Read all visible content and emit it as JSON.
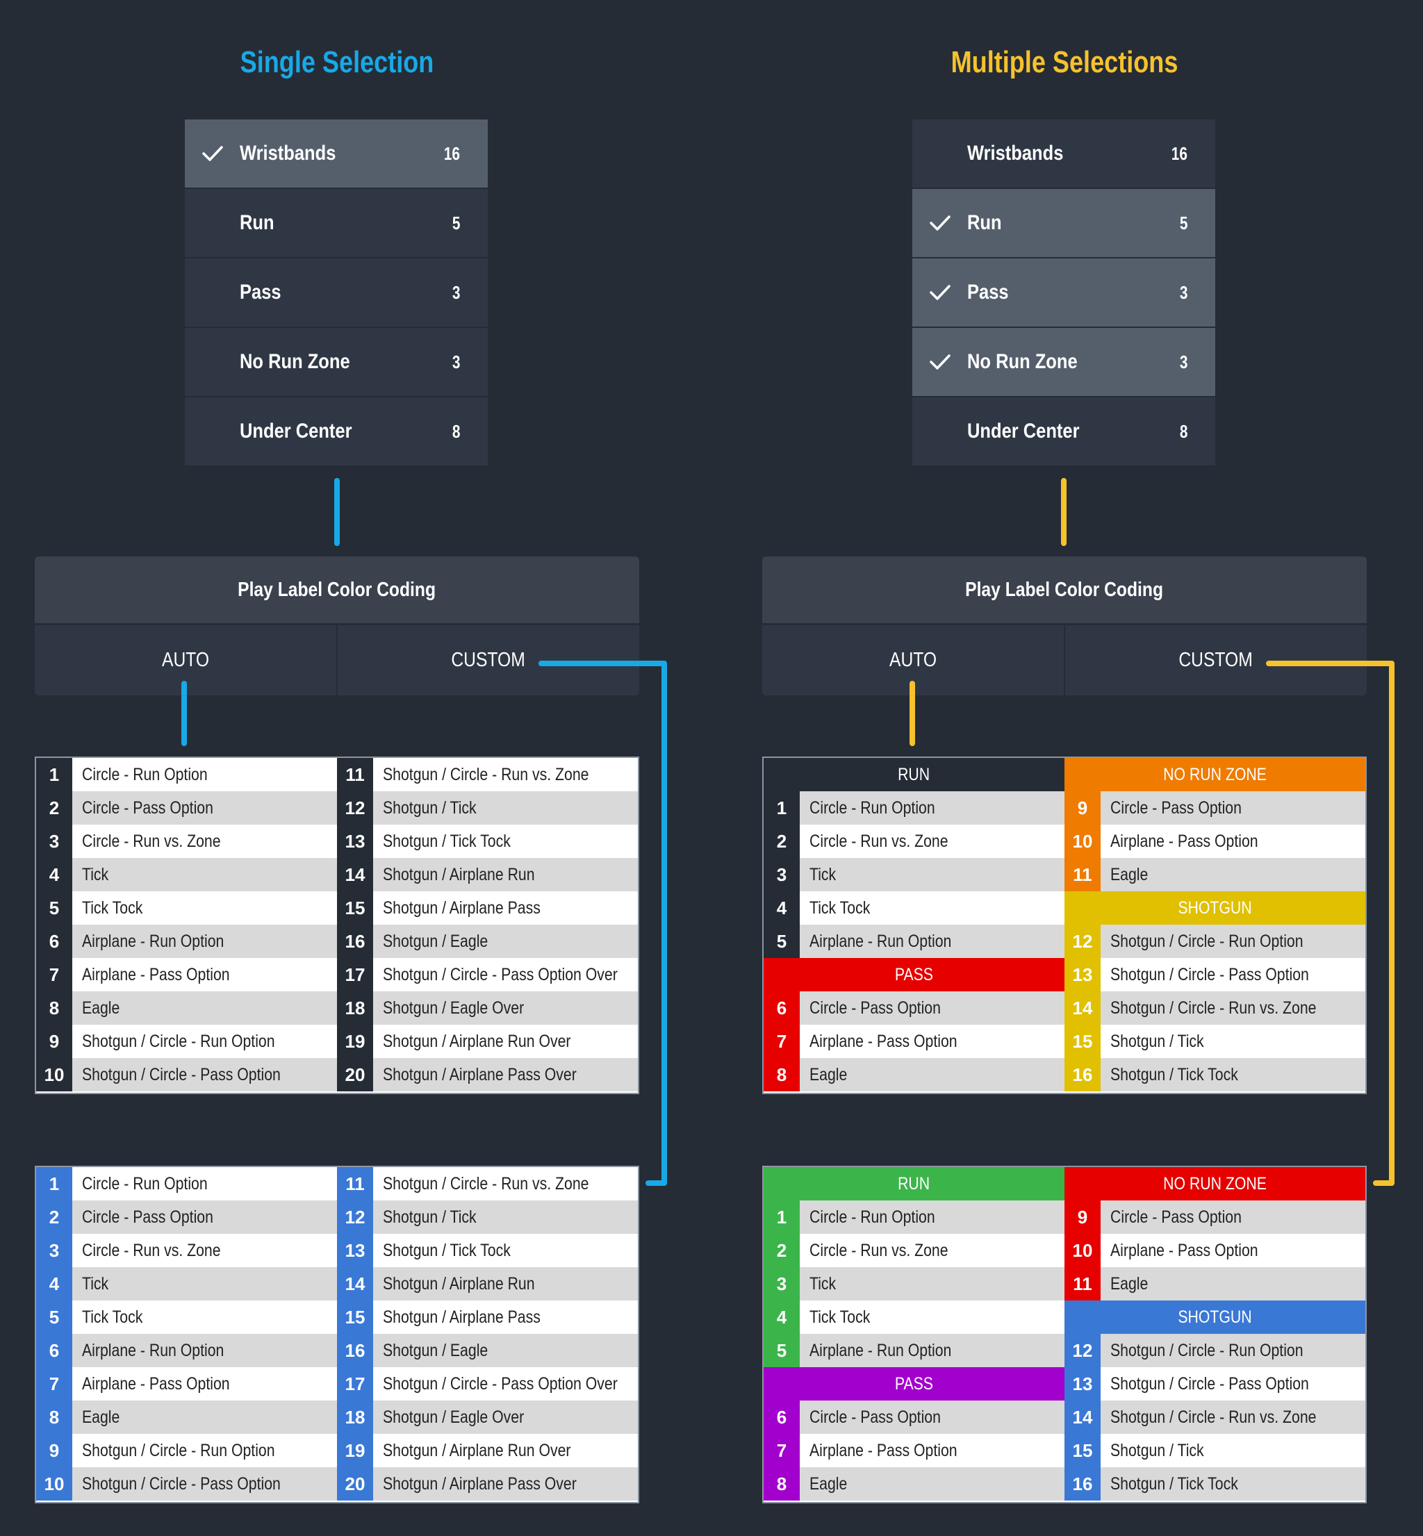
{
  "colors": {
    "background": "#262c36",
    "single_accent": "#18a9e6",
    "multi_accent": "#f6c22d",
    "list_item": "#303744",
    "list_item_selected": "#555f6c",
    "row_light": "#ffffff",
    "row_dark": "#d9d9d9",
    "number_dark": "#262c36",
    "number_blue": "#3a78d6"
  },
  "single": {
    "title": "Single Selection",
    "items": [
      {
        "label": "Wristbands",
        "count": "16",
        "selected": true
      },
      {
        "label": "Run",
        "count": "5",
        "selected": false
      },
      {
        "label": "Pass",
        "count": "3",
        "selected": false
      },
      {
        "label": "No Run Zone",
        "count": "3",
        "selected": false
      },
      {
        "label": "Under Center",
        "count": "8",
        "selected": false
      }
    ],
    "panel": {
      "title": "Play Label Color Coding",
      "tab_auto": "AUTO",
      "tab_custom": "CUSTOM"
    },
    "plays": [
      {
        "n": "1",
        "t": "Circle - Run Option"
      },
      {
        "n": "2",
        "t": "Circle - Pass Option"
      },
      {
        "n": "3",
        "t": "Circle - Run vs. Zone"
      },
      {
        "n": "4",
        "t": "Tick"
      },
      {
        "n": "5",
        "t": "Tick Tock"
      },
      {
        "n": "6",
        "t": "Airplane - Run Option"
      },
      {
        "n": "7",
        "t": "Airplane - Pass Option"
      },
      {
        "n": "8",
        "t": "Eagle"
      },
      {
        "n": "9",
        "t": "Shotgun / Circle - Run Option"
      },
      {
        "n": "10",
        "t": "Shotgun / Circle - Pass Option"
      },
      {
        "n": "11",
        "t": "Shotgun / Circle - Run vs. Zone"
      },
      {
        "n": "12",
        "t": "Shotgun / Tick"
      },
      {
        "n": "13",
        "t": "Shotgun / Tick Tock"
      },
      {
        "n": "14",
        "t": "Shotgun / Airplane Run"
      },
      {
        "n": "15",
        "t": "Shotgun / Airplane Pass"
      },
      {
        "n": "16",
        "t": "Shotgun / Eagle"
      },
      {
        "n": "17",
        "t": "Shotgun / Circle - Pass Option Over"
      },
      {
        "n": "18",
        "t": "Shotgun / Eagle Over"
      },
      {
        "n": "19",
        "t": "Shotgun / Airplane Run Over"
      },
      {
        "n": "20",
        "t": "Shotgun / Airplane Pass Over"
      }
    ]
  },
  "multi": {
    "title": "Multiple Selections",
    "items": [
      {
        "label": "Wristbands",
        "count": "16",
        "selected": false
      },
      {
        "label": "Run",
        "count": "5",
        "selected": true
      },
      {
        "label": "Pass",
        "count": "3",
        "selected": true
      },
      {
        "label": "No Run Zone",
        "count": "3",
        "selected": true
      },
      {
        "label": "Under Center",
        "count": "8",
        "selected": false
      }
    ],
    "panel": {
      "title": "Play Label Color Coding",
      "tab_auto": "AUTO",
      "tab_custom": "CUSTOM"
    },
    "auto_grid": {
      "left": [
        {
          "header": "RUN",
          "color": "#262c36",
          "plays": [
            {
              "n": "1",
              "t": "Circle - Run Option"
            },
            {
              "n": "2",
              "t": "Circle - Run vs. Zone"
            },
            {
              "n": "3",
              "t": "Tick"
            },
            {
              "n": "4",
              "t": "Tick Tock"
            },
            {
              "n": "5",
              "t": "Airplane - Run Option"
            }
          ]
        },
        {
          "header": "PASS",
          "color": "#e60000",
          "plays": [
            {
              "n": "6",
              "t": "Circle - Pass Option"
            },
            {
              "n": "7",
              "t": "Airplane - Pass Option"
            },
            {
              "n": "8",
              "t": "Eagle"
            }
          ]
        }
      ],
      "right": [
        {
          "header": "NO RUN ZONE",
          "color": "#ef7b00",
          "plays": [
            {
              "n": "9",
              "t": "Circle - Pass Option"
            },
            {
              "n": "10",
              "t": "Airplane - Pass Option"
            },
            {
              "n": "11",
              "t": "Eagle"
            }
          ]
        },
        {
          "header": "SHOTGUN",
          "color": "#e0c000",
          "plays": [
            {
              "n": "12",
              "t": "Shotgun / Circle - Run Option"
            },
            {
              "n": "13",
              "t": "Shotgun / Circle - Pass Option"
            },
            {
              "n": "14",
              "t": "Shotgun / Circle - Run vs. Zone"
            },
            {
              "n": "15",
              "t": "Shotgun / Tick"
            },
            {
              "n": "16",
              "t": "Shotgun / Tick Tock"
            }
          ]
        }
      ]
    },
    "custom_grid": {
      "left": [
        {
          "header": "RUN",
          "color": "#3bb54a",
          "plays": [
            {
              "n": "1",
              "t": "Circle - Run Option"
            },
            {
              "n": "2",
              "t": "Circle - Run vs. Zone"
            },
            {
              "n": "3",
              "t": "Tick"
            },
            {
              "n": "4",
              "t": "Tick Tock"
            },
            {
              "n": "5",
              "t": "Airplane - Run Option"
            }
          ]
        },
        {
          "header": "PASS",
          "color": "#a200cc",
          "plays": [
            {
              "n": "6",
              "t": "Circle - Pass Option"
            },
            {
              "n": "7",
              "t": "Airplane - Pass Option"
            },
            {
              "n": "8",
              "t": "Eagle"
            }
          ]
        }
      ],
      "right": [
        {
          "header": "NO RUN ZONE",
          "color": "#e60000",
          "plays": [
            {
              "n": "9",
              "t": "Circle - Pass Option"
            },
            {
              "n": "10",
              "t": "Airplane - Pass Option"
            },
            {
              "n": "11",
              "t": "Eagle"
            }
          ]
        },
        {
          "header": "SHOTGUN",
          "color": "#3a78d6",
          "plays": [
            {
              "n": "12",
              "t": "Shotgun / Circle - Run Option"
            },
            {
              "n": "13",
              "t": "Shotgun / Circle - Pass Option"
            },
            {
              "n": "14",
              "t": "Shotgun / Circle - Run vs. Zone"
            },
            {
              "n": "15",
              "t": "Shotgun / Tick"
            },
            {
              "n": "16",
              "t": "Shotgun / Tick Tock"
            }
          ]
        }
      ]
    }
  }
}
